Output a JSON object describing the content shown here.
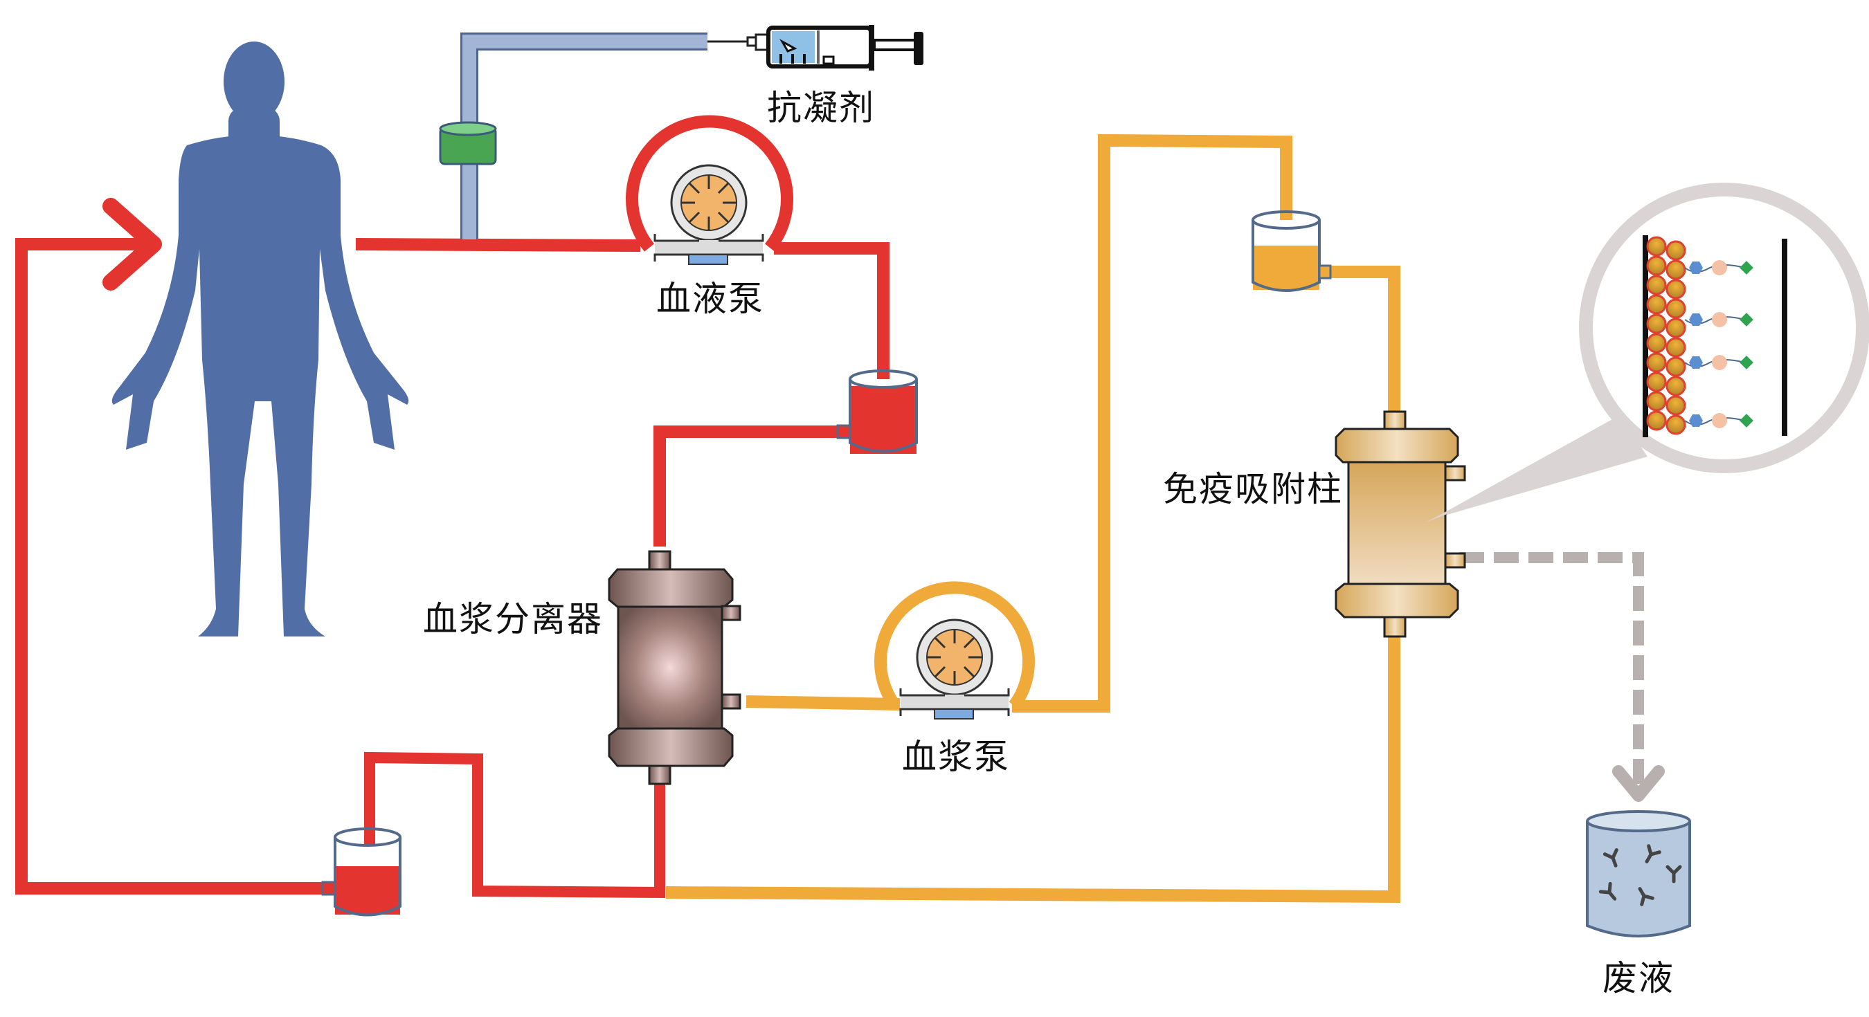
{
  "diagram": {
    "title": "Immunoadsorption extracorporeal circuit",
    "labels": {
      "anticoagulant": "抗凝剂",
      "blood_pump": "血液泵",
      "plasma_separator": "血浆分离器",
      "plasma_pump": "血浆泵",
      "immunoadsorption_column": "免疫吸附柱",
      "waste_liquid": "废液"
    },
    "components": [
      {
        "id": "patient",
        "icon": "human-silhouette-icon"
      },
      {
        "id": "anticoagulant",
        "icon": "syringe-icon"
      },
      {
        "id": "blood_pump",
        "icon": "roller-pump-icon"
      },
      {
        "id": "blood_reservoir_1",
        "icon": "drip-chamber-icon",
        "fill": "blood"
      },
      {
        "id": "plasma_separator",
        "icon": "filter-column-icon"
      },
      {
        "id": "plasma_pump",
        "icon": "roller-pump-icon"
      },
      {
        "id": "plasma_reservoir",
        "icon": "drip-chamber-icon",
        "fill": "plasma"
      },
      {
        "id": "immunoadsorption_column",
        "icon": "filter-column-icon"
      },
      {
        "id": "magnified_view",
        "icon": "magnifier-callout-icon"
      },
      {
        "id": "blood_reservoir_2",
        "icon": "drip-chamber-icon",
        "fill": "blood"
      },
      {
        "id": "waste_container",
        "icon": "waste-cylinder-icon"
      }
    ],
    "colors": {
      "blood_line": "#e3342f",
      "plasma_line": "#f0aa3a",
      "anticoagulant_line": "#9fb3d4",
      "human": "#516ea6",
      "waste_line": "#b8b0ae",
      "clamp": "#4aa552",
      "separator": "#8a6e68",
      "column": "#d8b07a",
      "waste_fill": "#b6c9df"
    }
  }
}
